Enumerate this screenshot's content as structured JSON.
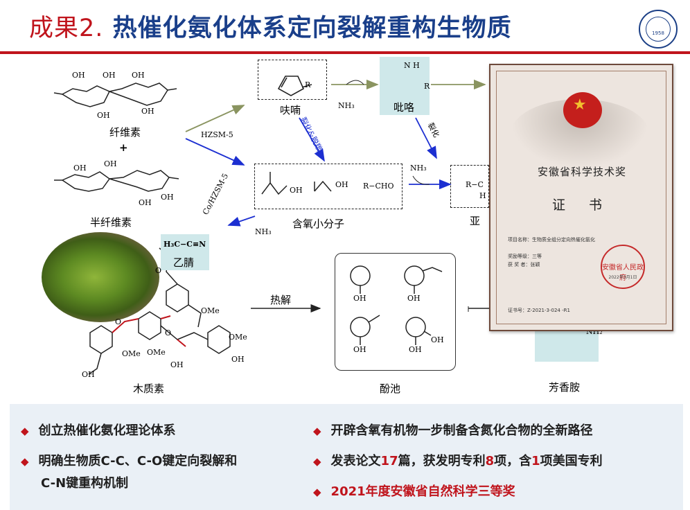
{
  "header": {
    "title_prefix": "成果2.",
    "title_main": "热催化氨化体系定向裂解重构生物质",
    "logo_year": "1958"
  },
  "diagram": {
    "cellulose": "纤维素",
    "plus": "+",
    "hemicellulose": "半纤维素",
    "lignin": "木质素",
    "catalyst": "HZSM-5",
    "co_catalyst": "Co/HZSM-5",
    "furan": "呋喃",
    "pyrrole": "吡咯",
    "oxygenates": "含氧小分子",
    "acetonitrile": "乙腈",
    "acetonitrile_formula": "H₃C−C≡N",
    "amine_partial": "亚",
    "pyrolysis": "热解",
    "phenol_pool": "酚池",
    "aromatic_amines": "芳香胺",
    "ammonia": "NH₃",
    "cracking_decarbonylation": "裂化&脱羰",
    "cracking": "裂化",
    "aldehyde": "R−CHO",
    "partial_rc": "R−C",
    "partial_h": "H",
    "r_group": "R",
    "nh_group": "N\nH",
    "oh": "OH",
    "ome": "OMe",
    "o": "O",
    "nh2": "NH₂"
  },
  "certificate": {
    "award": "安徽省科学技术奖",
    "type": "证 书",
    "project": "项目名称：生物质全组分定向热催化氨化",
    "grade": "奖励等级：三等",
    "winner": "获 奖 者：张颖",
    "cert_no": "证书号：Z-2021-3-024 -R1",
    "seal_text": "安徽省人民政府",
    "seal_date": "2022年3月1日"
  },
  "bullets": {
    "b1": "创立热催化氨化理论体系",
    "b2_line1": "明确生物质C-C、C-O键定向裂解和",
    "b2_line2": "C-N键重构机制",
    "b3": "开辟含氧有机物一步制备含氮化合物的全新路径",
    "b4_a": "发表论文",
    "b4_n1": "17",
    "b4_b": "篇，获发明专利",
    "b4_n2": "8",
    "b4_c": "项，含",
    "b4_n3": "1",
    "b4_d": "项美国专利",
    "b5": "2021年度安徽省自然科学三等奖"
  },
  "colors": {
    "brand_red": "#c0141c",
    "brand_blue": "#1a3f8a",
    "arrow_olive": "#8a9460",
    "arrow_blue": "#1c2fd1",
    "highlight_teal": "#cfe8ea"
  },
  "icons": {
    "bullet": "red-diamond-icon",
    "logo": "university-seal-icon",
    "emblem": "national-emblem-icon"
  }
}
